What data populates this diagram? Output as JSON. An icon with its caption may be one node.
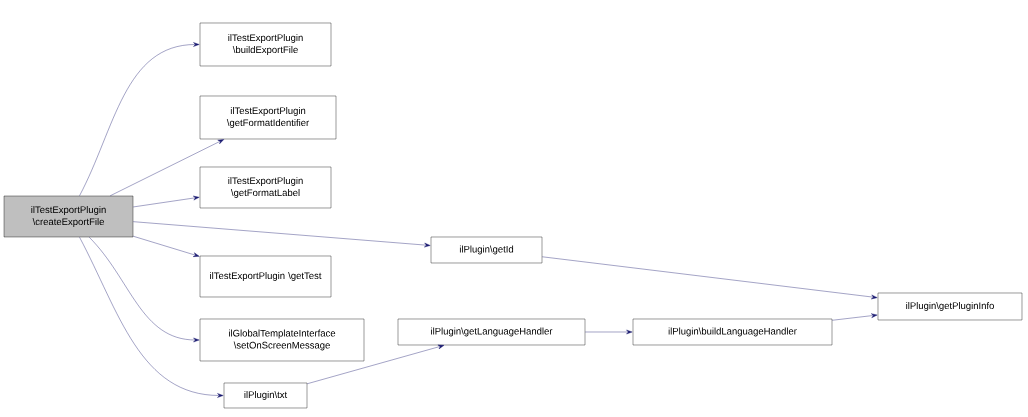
{
  "diagram": {
    "nodes": [
      {
        "text": [
          "ilTestExportPlugin \\createExportFile"
        ]
      },
      {
        "text": [
          "ilTestExportPlugin \\buildExportFile"
        ]
      },
      {
        "text": [
          "ilTestExportPlugin \\getFormatIdentifier"
        ]
      },
      {
        "text": [
          "ilTestExportPlugin \\getFormatLabel"
        ]
      },
      {
        "text": [
          "ilTestExportPlugin \\getTest"
        ]
      },
      {
        "text": [
          "ilGlobalTemplateInterface \\setOnScreenMessage"
        ]
      },
      {
        "text": [
          "ilPlugin\\txt"
        ]
      },
      {
        "text": [
          "ilPlugin\\getId"
        ]
      },
      {
        "text": [
          "ilPlugin\\getLanguageHandler"
        ]
      },
      {
        "text": [
          "ilPlugin\\buildLanguageHandler"
        ]
      },
      {
        "text": [
          "ilPlugin\\getPluginInfo"
        ]
      }
    ],
    "edges": [
      {
        "from": 0,
        "to": 1,
        "arrow": "to"
      },
      {
        "from": 0,
        "to": 2,
        "arrow": "to"
      },
      {
        "from": 0,
        "to": 3,
        "arrow": "to"
      },
      {
        "from": 0,
        "to": 7,
        "arrow": "to"
      },
      {
        "from": 0,
        "to": 4,
        "arrow": "to"
      },
      {
        "from": 0,
        "to": 5,
        "arrow": "to"
      },
      {
        "from": 0,
        "to": 6,
        "arrow": "to"
      },
      {
        "from": 7,
        "to": 10,
        "arrow": "to"
      },
      {
        "from": 6,
        "to": 8,
        "arrow": "to"
      },
      {
        "from": 8,
        "to": 9,
        "arrow": "to"
      },
      {
        "from": 9,
        "to": 10,
        "arrow": "to"
      }
    ]
  }
}
